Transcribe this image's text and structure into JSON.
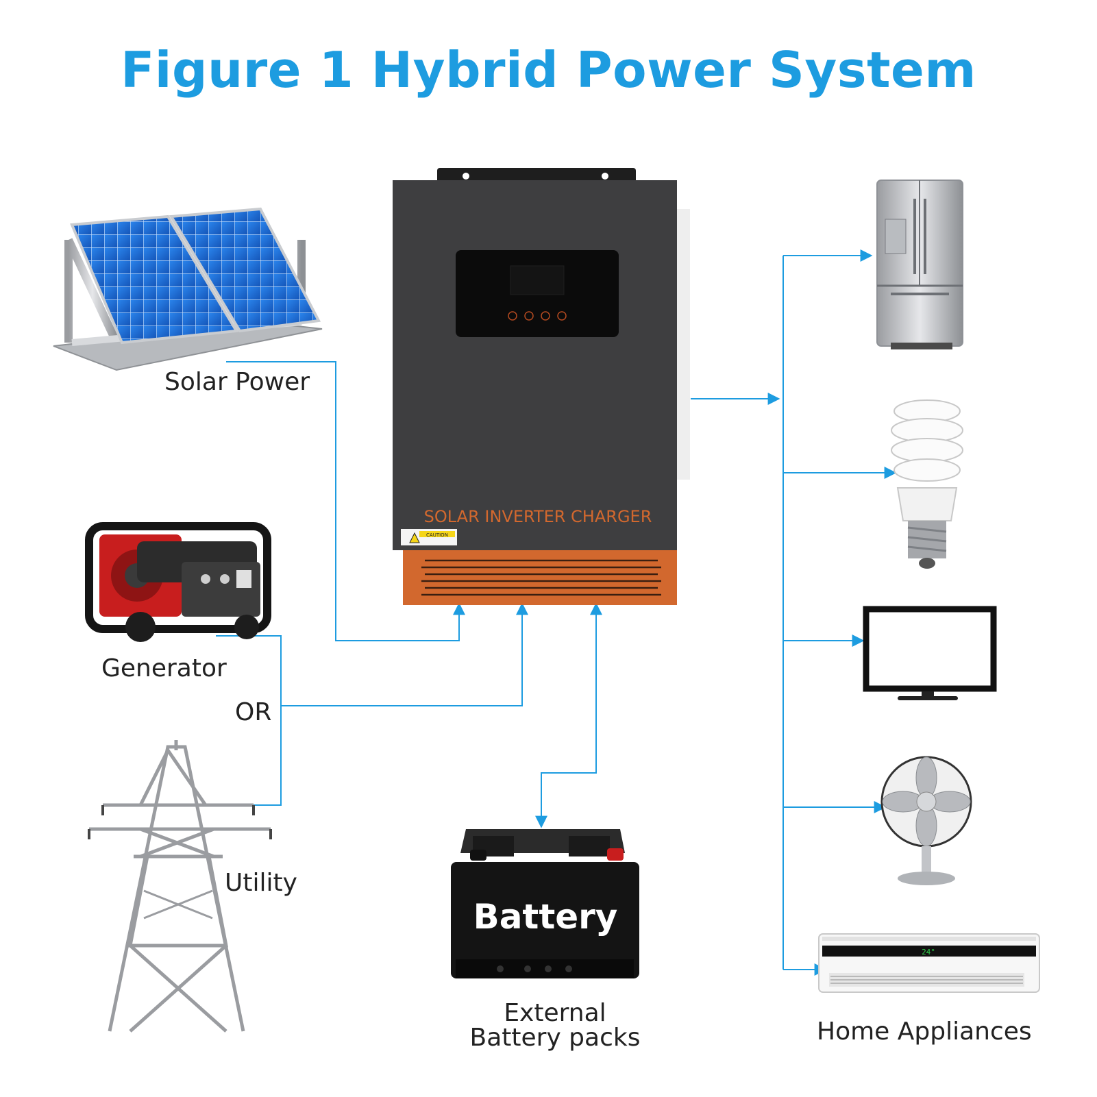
{
  "title": "Figure 1 Hybrid Power System",
  "sources": {
    "solar": "Solar Power",
    "generator": "Generator",
    "or": "OR",
    "utility": "Utility"
  },
  "inverter": {
    "brand_text": "SOLAR INVERTER CHARGER",
    "caution": "CAUTION"
  },
  "battery": {
    "face_text": "Battery",
    "label_line1": "External",
    "label_line2": "Battery packs"
  },
  "loads": {
    "label": "Home Appliances",
    "ac_display": "24°",
    "items": [
      "refrigerator-icon",
      "cfl-bulb-icon",
      "tv-icon",
      "fan-icon",
      "air-conditioner-icon"
    ]
  },
  "colors": {
    "accent": "#1d9ce0",
    "inverter_body": "#3e3e40",
    "inverter_base": "#d2682e",
    "solar_cell": "#1f6fd6"
  }
}
